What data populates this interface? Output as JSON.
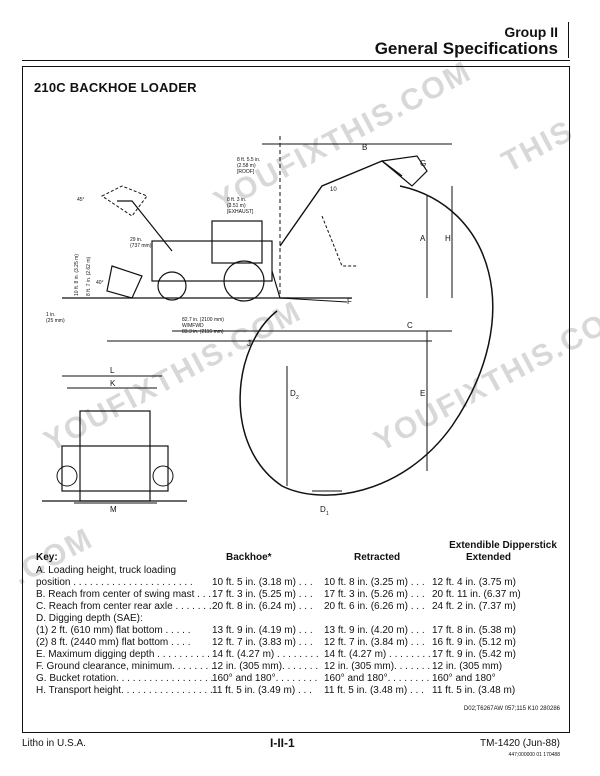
{
  "header": {
    "group": "Group II",
    "section": "General Specifications"
  },
  "title": "210C BACKHOE LOADER",
  "diagram_labels": {
    "b": "B",
    "g": "G",
    "a": "A",
    "h": "H",
    "c": "C",
    "f": "F",
    "j": "J",
    "d2": "D",
    "d2_sub": "2",
    "e": "E",
    "d1": "D",
    "d1_sub": "1",
    "l": "L",
    "k": "K",
    "m": "M",
    "ten": "10",
    "roof": [
      "8 ft. 5.5 in.",
      "(2.58 m)",
      "[ROOF]"
    ],
    "exhaust": [
      "8 ft. 3 in.",
      "(2.51 m)",
      "[EXHAUST]"
    ],
    "reach29": [
      "29 in.",
      "(737 mm)"
    ],
    "wheelbase": [
      "82.7 in. (2100 mm)",
      "W/MFWD",
      "83.3 in. (2116 mm)"
    ],
    "one_in": [
      "1 in.",
      "(25 mm)"
    ],
    "vert1": "10 ft. 8 in. (3.25 m)",
    "vert2": "8 ft. 7 in. (2.62 m)",
    "angle45": "45°",
    "angle40": "40°"
  },
  "spec": {
    "group_heading": "Extendible Dipperstick",
    "headers": {
      "key": "Key:",
      "backhoe": "Backhoe*",
      "retracted": "Retracted",
      "extended": "Extended"
    },
    "rows": [
      {
        "label": "A.  Loading height, truck loading",
        "b": "",
        "r": "",
        "e": ""
      },
      {
        "label": "          position . . . . . . . . . . . . . . . . . . . . . .",
        "b": "10 ft. 5 in. (3.18 m) . . .",
        "r": "10 ft. 8 in. (3.25 m) . . .",
        "e": "12 ft. 4 in. (3.75 m)"
      },
      {
        "label": "B.  Reach from center of swing mast . . .",
        "b": "17 ft. 3 in. (5.25 m) . . .",
        "r": "17 ft. 3 in. (5.26 m) . . .",
        "e": "20 ft. 11 in. (6.37 m)"
      },
      {
        "label": "C.  Reach from center rear axle . . . . . . .",
        "b": "20 ft. 8 in. (6.24 m) . . .",
        "r": "20 ft. 6 in. (6.26 m) . . .",
        "e": "24 ft. 2 in. (7.37 m)"
      },
      {
        "label": "D.  Digging depth (SAE):",
        "b": "",
        "r": "",
        "e": ""
      },
      {
        "label": "     (1) 2 ft. (610 mm) flat bottom . . . . .",
        "b": "13 ft. 9 in. (4.19 m) . . .",
        "r": "13 ft. 9 in. (4.20 m) . . .",
        "e": "17 ft. 8 in. (5.38 m)"
      },
      {
        "label": "     (2) 8 ft. (2440 mm) flat bottom . . . .",
        "b": "12 ft. 7 in. (3.83 m) . . .",
        "r": "12 ft. 7 in. (3.84 m) . . .",
        "e": "16 ft. 9 in. (5.12 m)"
      },
      {
        "label": "E.  Maximum digging depth . . . . . . . . . .",
        "b": "14 ft. (4.27 m) . . . . . . . .",
        "r": "14 ft. (4.27 m) . . . . . . . .",
        "e": "17 ft. 9 in. (5.42 m)"
      },
      {
        "label": "F.  Ground clearance, minimum. . . . . . . .",
        "b": "12 in. (305 mm). . . . . . .",
        "r": "12 in. (305 mm). . . . . . .",
        "e": "12 in. (305 mm)"
      },
      {
        "label": "G.  Bucket rotation. . . . . . . . . . . . . . . . . .",
        "b": "160° and 180°. . . . . . . .",
        "r": "160° and 180°. . . . . . . .",
        "e": "160° and 180°"
      },
      {
        "label": "H.  Transport height. . . . . . . . . . . . . . . . .",
        "b": "11 ft. 5 in. (3.49 m) . . .",
        "r": "11 ft. 5 in. (3.48 m) . . .",
        "e": "11 ft. 5 in. (3.48 m)"
      }
    ]
  },
  "doc_code": "D02;T6267AW 057;115 K10 280286",
  "footer": {
    "left": "Litho in U.S.A.",
    "center": "I-II-1",
    "right": "TM-1420 (Jun-88)"
  },
  "footer_code": "447;000000 01 170488",
  "watermark": [
    "YOUFIXTHIS.COM",
    "YOUFIXTHIS.COM",
    "YOUFIXTHIS.COM",
    ".COM",
    "THIS"
  ]
}
